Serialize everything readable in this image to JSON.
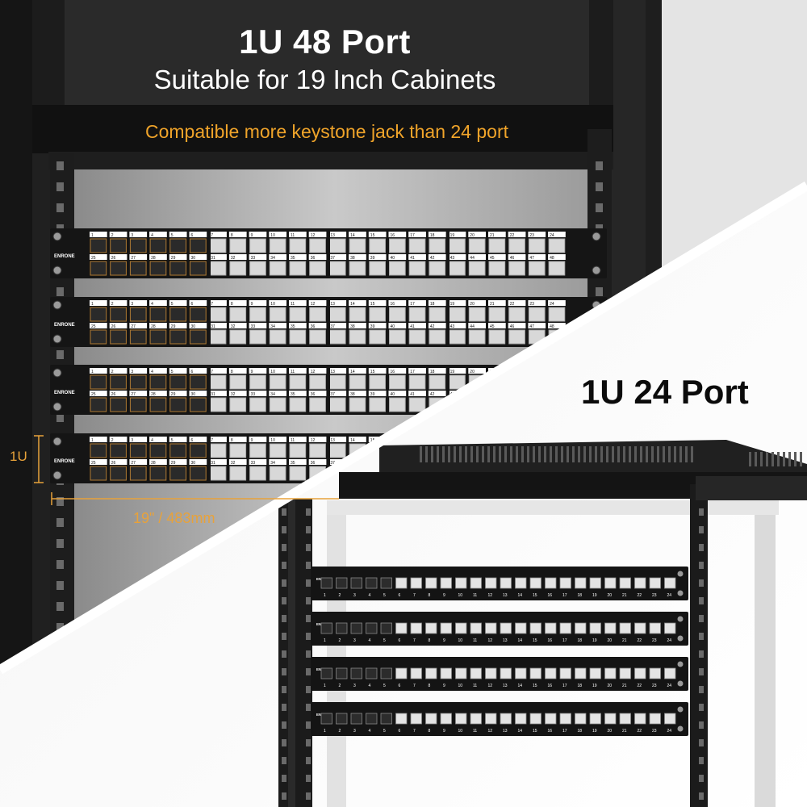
{
  "top_section": {
    "title": "1U 48 Port",
    "subtitle": "Suitable for 19 Inch Cabinets",
    "note": "Compatible more keystone jack than 24 port"
  },
  "bottom_section": {
    "title": "1U 24 Port"
  },
  "dimensions": {
    "height_label": "1U",
    "width_label": "19\" / 483mm"
  },
  "brand": "ENRONE",
  "panels_48": {
    "count": 4,
    "top_row_numbers": [
      "1",
      "2",
      "3",
      "4",
      "5",
      "6",
      "7",
      "8",
      "9",
      "10",
      "11",
      "12",
      "13",
      "14",
      "15",
      "16",
      "17",
      "18",
      "19",
      "20",
      "21",
      "22",
      "23",
      "24"
    ],
    "bottom_row_numbers": [
      "25",
      "26",
      "27",
      "28",
      "29",
      "30",
      "31",
      "32",
      "33",
      "34",
      "35",
      "36",
      "37",
      "38",
      "39",
      "40",
      "41",
      "42",
      "43",
      "44",
      "45",
      "46",
      "47",
      "48"
    ]
  },
  "panels_24": {
    "count": 4,
    "numbers": [
      "1",
      "2",
      "3",
      "4",
      "5",
      "6",
      "7",
      "8",
      "9",
      "10",
      "11",
      "12",
      "13",
      "14",
      "15",
      "16",
      "17",
      "18",
      "19",
      "20",
      "21",
      "22",
      "23",
      "24"
    ]
  },
  "colors": {
    "accent_orange": "#f0a42a",
    "dimension_orange": "#e8a23a",
    "rack_black": "#1a1a1a"
  }
}
